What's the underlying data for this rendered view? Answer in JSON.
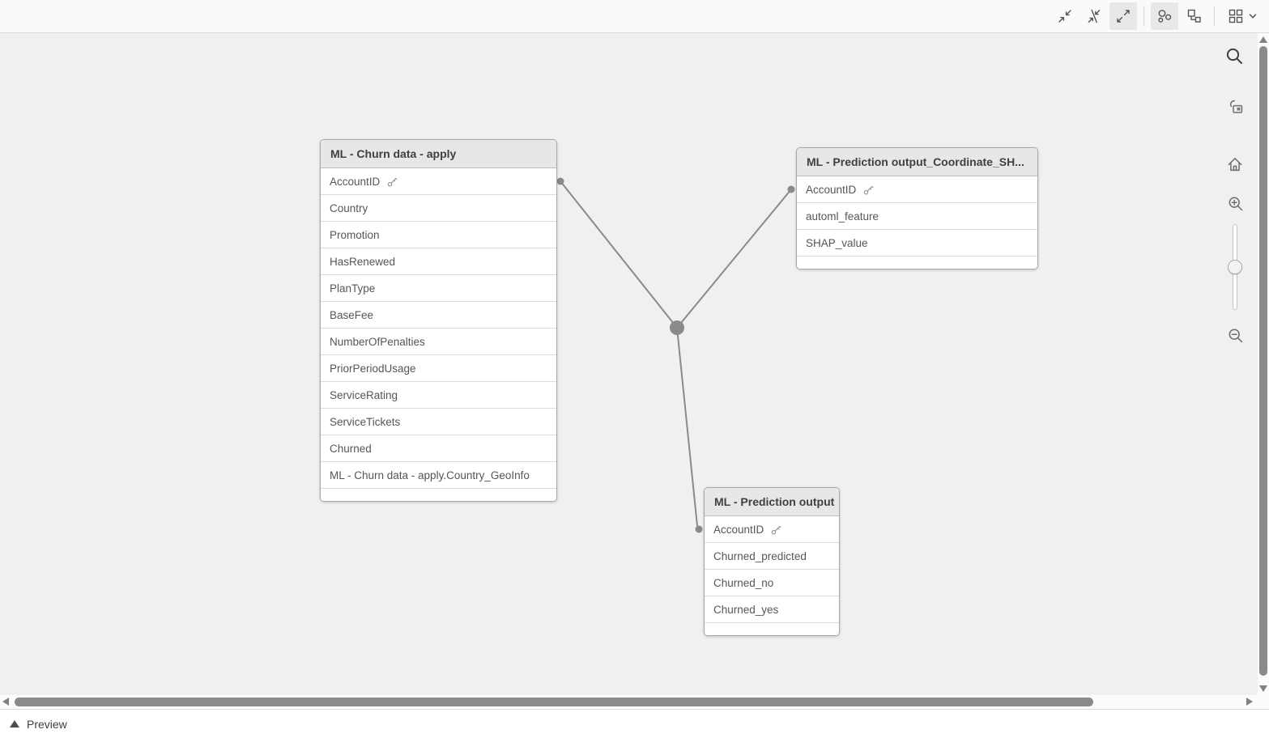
{
  "topbar": {
    "buttons": [
      {
        "id": "collapse-all",
        "icon": "collapse-arrows-icon",
        "active": false
      },
      {
        "id": "collapse-linked",
        "icon": "collapse-linked-icon",
        "active": false
      },
      {
        "id": "expand-all",
        "icon": "expand-arrows-icon",
        "active": true
      },
      {
        "id": "internal-view",
        "icon": "bubbles-icon",
        "active": true
      },
      {
        "id": "layout-view",
        "icon": "linked-squares-icon",
        "active": false
      },
      {
        "id": "grid-layout-menu",
        "icon": "grid-icon",
        "active": false,
        "chevron": true
      }
    ]
  },
  "canvas": {
    "tables": {
      "churn": {
        "title": "ML - Churn data - apply",
        "fields": [
          {
            "label": "AccountID",
            "key": true
          },
          {
            "label": "Country",
            "key": false
          },
          {
            "label": "Promotion",
            "key": false
          },
          {
            "label": "HasRenewed",
            "key": false
          },
          {
            "label": "PlanType",
            "key": false
          },
          {
            "label": "BaseFee",
            "key": false
          },
          {
            "label": "NumberOfPenalties",
            "key": false
          },
          {
            "label": "PriorPeriodUsage",
            "key": false
          },
          {
            "label": "ServiceRating",
            "key": false
          },
          {
            "label": "ServiceTickets",
            "key": false
          },
          {
            "label": "Churned",
            "key": false
          },
          {
            "label": "ML - Churn data - apply.Country_GeoInfo",
            "key": false
          }
        ]
      },
      "coordinate": {
        "title": "ML - Prediction output_Coordinate_SH...",
        "fields": [
          {
            "label": "AccountID",
            "key": true
          },
          {
            "label": "automl_feature",
            "key": false
          },
          {
            "label": "SHAP_value",
            "key": false
          }
        ]
      },
      "prediction": {
        "title": "ML - Prediction output",
        "fields": [
          {
            "label": "AccountID",
            "key": true
          },
          {
            "label": "Churned_predicted",
            "key": false
          },
          {
            "label": "Churned_no",
            "key": false
          },
          {
            "label": "Churned_yes",
            "key": false
          }
        ]
      }
    },
    "association": {
      "key_field": "AccountID",
      "linked_tables": [
        "churn",
        "coordinate",
        "prediction"
      ]
    }
  },
  "side_toolbar": {
    "icons": [
      "search-icon",
      "unlock-icon",
      "home-icon",
      "zoom-in-icon",
      "zoom-slider",
      "zoom-out-icon"
    ],
    "zoom_slider_position_pct": 45
  },
  "preview": {
    "label": "Preview",
    "collapsed": true
  },
  "colors": {
    "connector": "#8a8a8a",
    "canvas_bg": "#f0f0f1",
    "card_header_bg": "#e7e7e7",
    "card_border": "#a8a8a8",
    "scrollbar_thumb": "#8a8a8a",
    "toolbar_active_bg": "#e8e8e8"
  }
}
